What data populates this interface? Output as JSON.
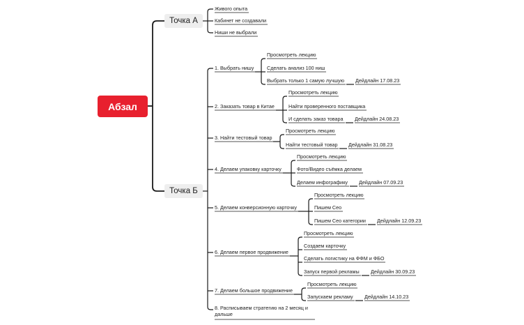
{
  "root": "Абзал",
  "point_a": {
    "label": "Точка А",
    "items": [
      "Живого опыта",
      "Кабинет не создавали",
      "Ниши не выбрали"
    ]
  },
  "point_b": {
    "label": "Точка Б",
    "steps": [
      {
        "label": "1. Выбрать нишу",
        "items": [
          {
            "text": "Просмотреть лекцию"
          },
          {
            "text": "Сделать анализ 100 ниш"
          },
          {
            "text": "Выбрать только 1 самую лучшую",
            "deadline": "Дейдлайн 17.08.23"
          }
        ]
      },
      {
        "label": "2. Заказать товар в Китае",
        "items": [
          {
            "text": "Просмотреть лекцию"
          },
          {
            "text": "Найти проверенного поставщика"
          },
          {
            "text": "И сделать заказ товара",
            "deadline": "Дейдлайн 24.08.23"
          }
        ]
      },
      {
        "label": "3. Найти тестовый товар",
        "items": [
          {
            "text": "Просмотреть лекцию"
          },
          {
            "text": "Найти тестовый товар",
            "deadline": "Дейдлайн 31.08.23"
          }
        ]
      },
      {
        "label": "4. Делаем упаковку карточку",
        "items": [
          {
            "text": "Просмотреть лекцию"
          },
          {
            "text": "Фото/Видео съёмка делаем"
          },
          {
            "text": "Делаем инфографику",
            "deadline": "Дейдлайн 07.09.23"
          }
        ]
      },
      {
        "label": "5. Делаем конверсионную карточку",
        "items": [
          {
            "text": "Просмотреть лекцию"
          },
          {
            "text": "Пишем Сео"
          },
          {
            "text": "Пишем Сео категории",
            "deadline": "Дейдлайн 12.09.23"
          }
        ]
      },
      {
        "label": "6. Делаем первое продвижение",
        "items": [
          {
            "text": "Просмотреть лекцию"
          },
          {
            "text": "Создаем карточку"
          },
          {
            "text": "Сделать логистику на ФФМ и ФБО"
          },
          {
            "text": "Запуск первой рекламы",
            "deadline": "Дейдлайн 30.09.23"
          }
        ]
      },
      {
        "label": "7. Делаем большое продвижение",
        "items": [
          {
            "text": "Просмотреть лекцию"
          },
          {
            "text": "Запускаем рекламу",
            "deadline": "Дейдлайн 14.10.23"
          }
        ]
      },
      {
        "label": "8. Расписываем стратегию на 2 месяц и дальше",
        "items": []
      }
    ]
  }
}
